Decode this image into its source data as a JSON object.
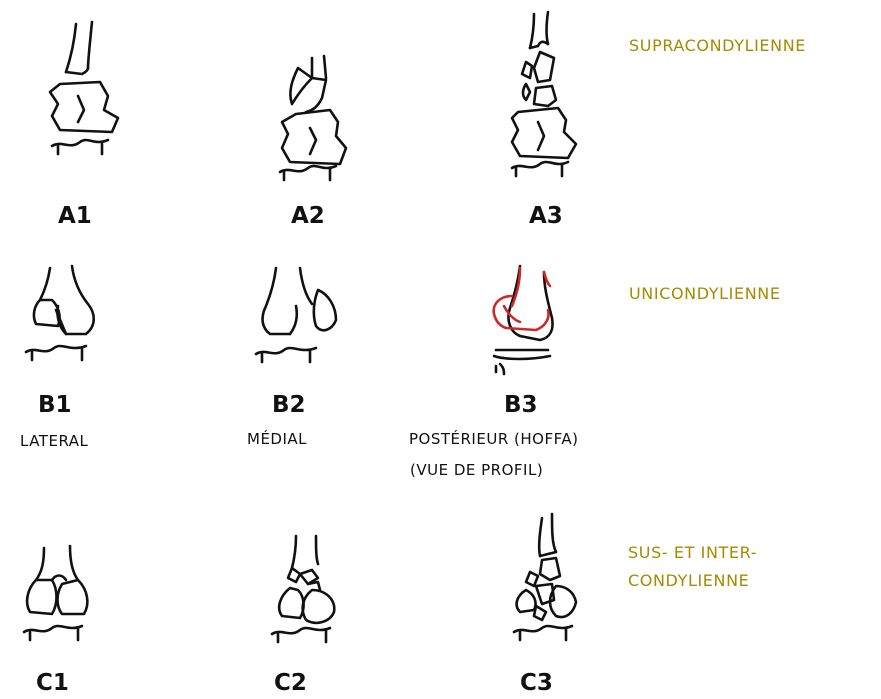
{
  "groups": {
    "a": "SUPRACONDYLIENNE",
    "b": "UNICONDYLIENNE",
    "c1": "SUS- ET INTER-",
    "c2": "CONDYLIENNE"
  },
  "labels": {
    "a1": "A1",
    "a2": "A2",
    "a3": "A3",
    "b1": "B1",
    "b2": "B2",
    "b3": "B3",
    "c1": "C1",
    "c2": "C2",
    "c3": "C3"
  },
  "sublabels": {
    "b1": "LATERAL",
    "b2": "MÉDIAL",
    "b3_line1": "POSTÉRIEUR (HOFFA)",
    "b3_line2": "(VUE DE PROFIL)"
  },
  "colors": {
    "group_text": "#a68a00",
    "ink": "#111111",
    "highlight": "#cc2a2a"
  }
}
